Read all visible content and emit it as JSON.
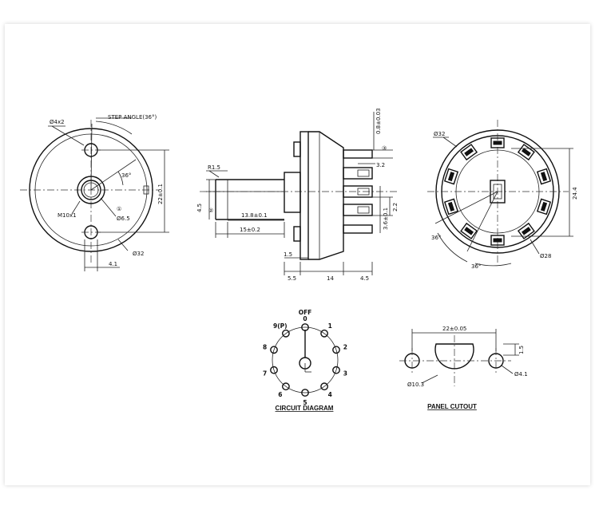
{
  "front_view": {
    "step_angle": "STEP ANGLE(36°)",
    "hole_dia": "Ø4x2",
    "thread": "M10x1",
    "shaft_dia": "Ø6.5",
    "outer_dia": "Ø32",
    "angle": "36°",
    "hole_spacing": "22±0.1",
    "offset": "4.1",
    "circle_mark": "①"
  },
  "side_view": {
    "radius": "R1.5",
    "shaft_flat": "4.5",
    "flat_len": "13.8±0.1",
    "shaft_len": "15±0.2",
    "terminal_t": "0.8±0.03",
    "term_w": "3.2",
    "term_pitch1": "2.2",
    "term_pitch2": "3.6±0.1",
    "base_h": "1.5",
    "bottom_a": "5.5",
    "bottom_b": "14",
    "bottom_c": "4.5",
    "circle_mark_a": "②",
    "circle_mark_b": "③"
  },
  "rear_view": {
    "outer_dia": "Ø32",
    "inner_dia": "Ø28",
    "height": "24.4",
    "angle_a": "36°",
    "angle_b": "36°"
  },
  "circuit": {
    "title": "CIRCUIT DIAGRAM",
    "positions": [
      "OFF",
      "0",
      "1",
      "2",
      "3",
      "4",
      "5",
      "6",
      "7",
      "8",
      "9(P)"
    ]
  },
  "panel": {
    "title": "PANEL CUTOUT",
    "spacing": "22±0.05",
    "small_hole": "Ø4.1",
    "big_hole": "Ø10.3",
    "flat": "1.5"
  }
}
